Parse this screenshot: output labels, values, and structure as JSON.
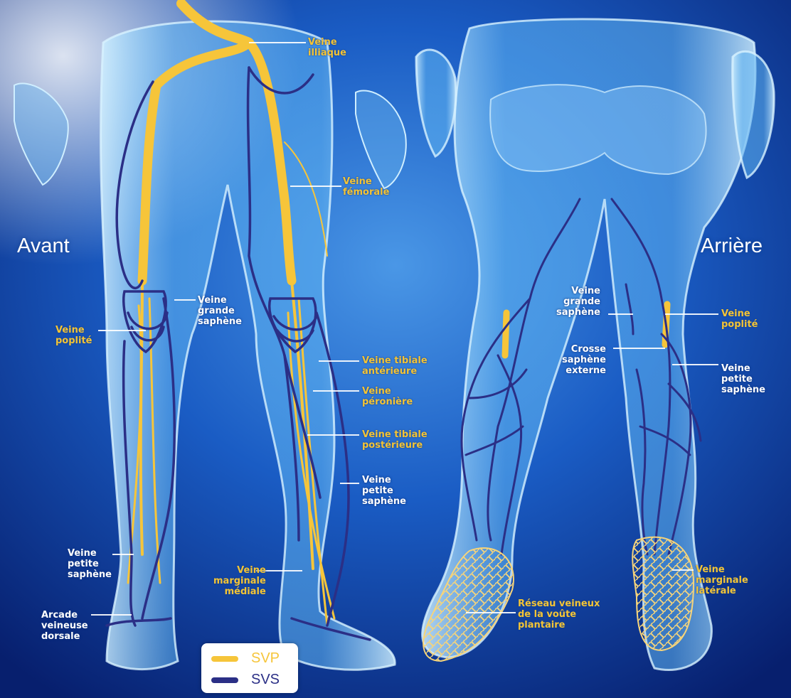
{
  "sides": {
    "front": "Avant",
    "back": "Arrière"
  },
  "labels": {
    "iliac": "Veine\nilliaque",
    "femoral": "Veine\nfémorale",
    "great_saphenous_front": "Veine\ngrande\nsaphène",
    "popliteal_front": "Veine\npoplité",
    "anterior_tibial": "Veine tibiale\nantérieure",
    "peroneal": "Veine\npéronière",
    "posterior_tibial": "Veine tibiale\npostérieure",
    "small_saphenous_right": "Veine\npetite\nsaphène",
    "small_saphenous_left": "Veine\npetite\nsaphène",
    "dorsal_arch": "Arcade\nveineuse\ndorsale",
    "medial_marginal": "Veine\nmarginale\nmédiale",
    "great_saphenous_back": "Veine\ngrande\nsaphène",
    "popliteal_back": "Veine\npoplité",
    "saphenous_crosse": "Crosse\nsaphène\nexterne",
    "small_saphenous_back": "Veine\npetite\nsaphène",
    "plantar_network": "Réseau veineux\nde la voûte\nplantaire",
    "lateral_marginal": "Veine\nmarginale\nlatérale"
  },
  "legend": {
    "deep": {
      "label": "SVP",
      "color": "#f6c53a"
    },
    "superficial": {
      "label": "SVS",
      "color": "#2b2f86"
    }
  },
  "colors": {
    "deep_vein": "#f6c53a",
    "superficial_vein": "#2b2f86",
    "background": "#0b3a9a"
  }
}
